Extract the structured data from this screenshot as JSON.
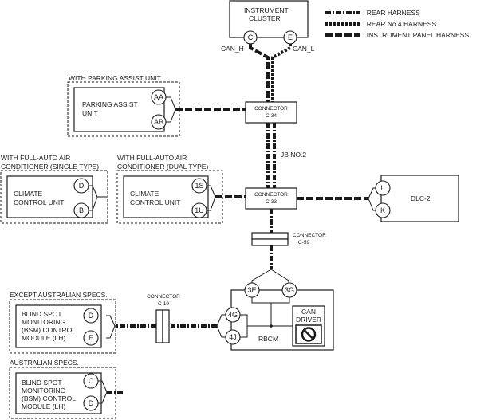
{
  "legend": {
    "rear": ": REAR HARNESS",
    "rear4": ": REAR No.4 HARNESS",
    "ip": ": INSTRUMENT PANEL HARNESS"
  },
  "cluster": {
    "line1": "INSTRUMENT",
    "line2": "CLUSTER",
    "pin_c": "C",
    "pin_e": "E",
    "can_h": "CAN_H",
    "can_l": "CAN_L"
  },
  "parking": {
    "group": "WITH PARKING ASSIST UNIT",
    "line1": "PARKING ASSIST",
    "line2": "UNIT",
    "pin_aa": "AA",
    "pin_ab": "AB"
  },
  "c34": {
    "line1": "CONNECTOR",
    "line2": "C-34"
  },
  "jb": "JB NO.2",
  "c33": {
    "line1": "CONNECTOR",
    "line2": "C-33"
  },
  "climate_single": {
    "group1": "WITH FULL-AUTO AIR",
    "group2": "CONDITIONER (SINGLE TYPE)",
    "line1": "CLIMATE",
    "line2": "CONTROL UNIT",
    "pin_d": "D",
    "pin_b": "B"
  },
  "climate_dual": {
    "group1": "WITH FULL-AUTO AIR",
    "group2": "CONDITIONER (DUAL TYPE)",
    "line1": "CLIMATE",
    "line2": "CONTROL UNIT",
    "pin_1s": "1S",
    "pin_1u": "1U"
  },
  "dlc": {
    "label": "DLC-2",
    "pin_l": "L",
    "pin_k": "K"
  },
  "c59": {
    "line1": "CONNECTOR",
    "line2": "C-59"
  },
  "c19": {
    "line1": "CONNECTOR",
    "line2": "C-19"
  },
  "rbcm": {
    "label": "RBCM",
    "pin_3e": "3E",
    "pin_3g": "3G",
    "pin_4g": "4G",
    "pin_4j": "4J",
    "can1": "CAN",
    "can2": "DRIVER"
  },
  "bsm_except": {
    "group": "EXCEPT AUSTRALIAN SPECS.",
    "line1": "BLIND SPOT",
    "line2": "MONITORING",
    "line3": "(BSM) CONTROL",
    "line4": "MODULE (LH)",
    "pin_d": "D",
    "pin_e": "E"
  },
  "bsm_aus": {
    "group": "AUSTRALIAN SPECS.",
    "line1": "BLIND SPOT",
    "line2": "MONITORING",
    "line3": "(BSM) CONTROL",
    "line4": "MODULE (LH)",
    "pin_c": "C",
    "pin_d": "D"
  }
}
